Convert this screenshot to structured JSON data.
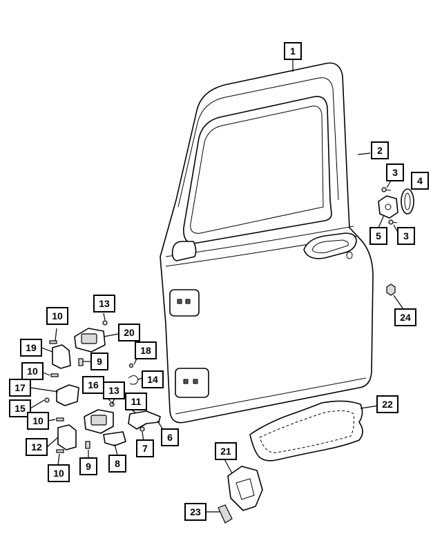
{
  "diagram": {
    "callouts": [
      {
        "id": "c1",
        "label": "1"
      },
      {
        "id": "c2",
        "label": "2"
      },
      {
        "id": "c3a",
        "label": "3"
      },
      {
        "id": "c4",
        "label": "4"
      },
      {
        "id": "c5",
        "label": "5"
      },
      {
        "id": "c3b",
        "label": "3"
      },
      {
        "id": "c24",
        "label": "24"
      },
      {
        "id": "c10a",
        "label": "10"
      },
      {
        "id": "c13a",
        "label": "13"
      },
      {
        "id": "c20",
        "label": "20"
      },
      {
        "id": "c19",
        "label": "19"
      },
      {
        "id": "c18",
        "label": "18"
      },
      {
        "id": "c9a",
        "label": "9"
      },
      {
        "id": "c10b",
        "label": "10"
      },
      {
        "id": "c16",
        "label": "16"
      },
      {
        "id": "c14",
        "label": "14"
      },
      {
        "id": "c17",
        "label": "17"
      },
      {
        "id": "c13b",
        "label": "13"
      },
      {
        "id": "c11",
        "label": "11"
      },
      {
        "id": "c15",
        "label": "15"
      },
      {
        "id": "c10c",
        "label": "10"
      },
      {
        "id": "c6",
        "label": "6"
      },
      {
        "id": "c22",
        "label": "22"
      },
      {
        "id": "c12",
        "label": "12"
      },
      {
        "id": "c7",
        "label": "7"
      },
      {
        "id": "c8",
        "label": "8"
      },
      {
        "id": "c9b",
        "label": "9"
      },
      {
        "id": "c10d",
        "label": "10"
      },
      {
        "id": "c21",
        "label": "21"
      },
      {
        "id": "c23",
        "label": "23"
      }
    ]
  }
}
